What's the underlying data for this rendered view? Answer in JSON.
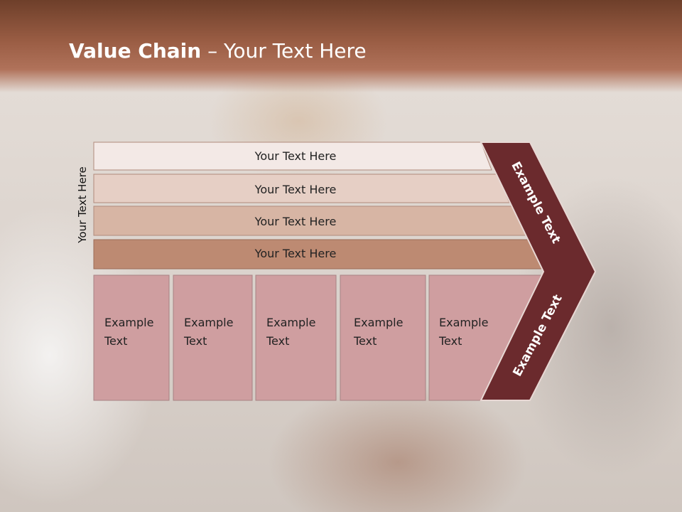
{
  "slide": {
    "title_bold": "Value Chain",
    "title_rest": " – Your Text Here",
    "vertical_label": "Your Text Here"
  },
  "rows": [
    {
      "label": "Your Text Here",
      "fill": "#f3e9e6"
    },
    {
      "label": "Your Text Here",
      "fill": "#e6cfc5"
    },
    {
      "label": "Your Text Here",
      "fill": "#d7b5a4"
    },
    {
      "label": "Your Text Here",
      "fill": "#bd8a72"
    }
  ],
  "boxes": [
    {
      "line1": "Example",
      "line2": "Text"
    },
    {
      "line1": "Example",
      "line2": "Text"
    },
    {
      "line1": "Example",
      "line2": "Text"
    },
    {
      "line1": "Example",
      "line2": "Text"
    },
    {
      "line1": "Example",
      "line2": "Text"
    }
  ],
  "chevron": {
    "upper_label": "Example Text",
    "lower_label": "Example Text",
    "color": "#6b2a2d"
  },
  "colors": {
    "box_fill": "#cf9ea0",
    "box_border": "#a78383"
  }
}
